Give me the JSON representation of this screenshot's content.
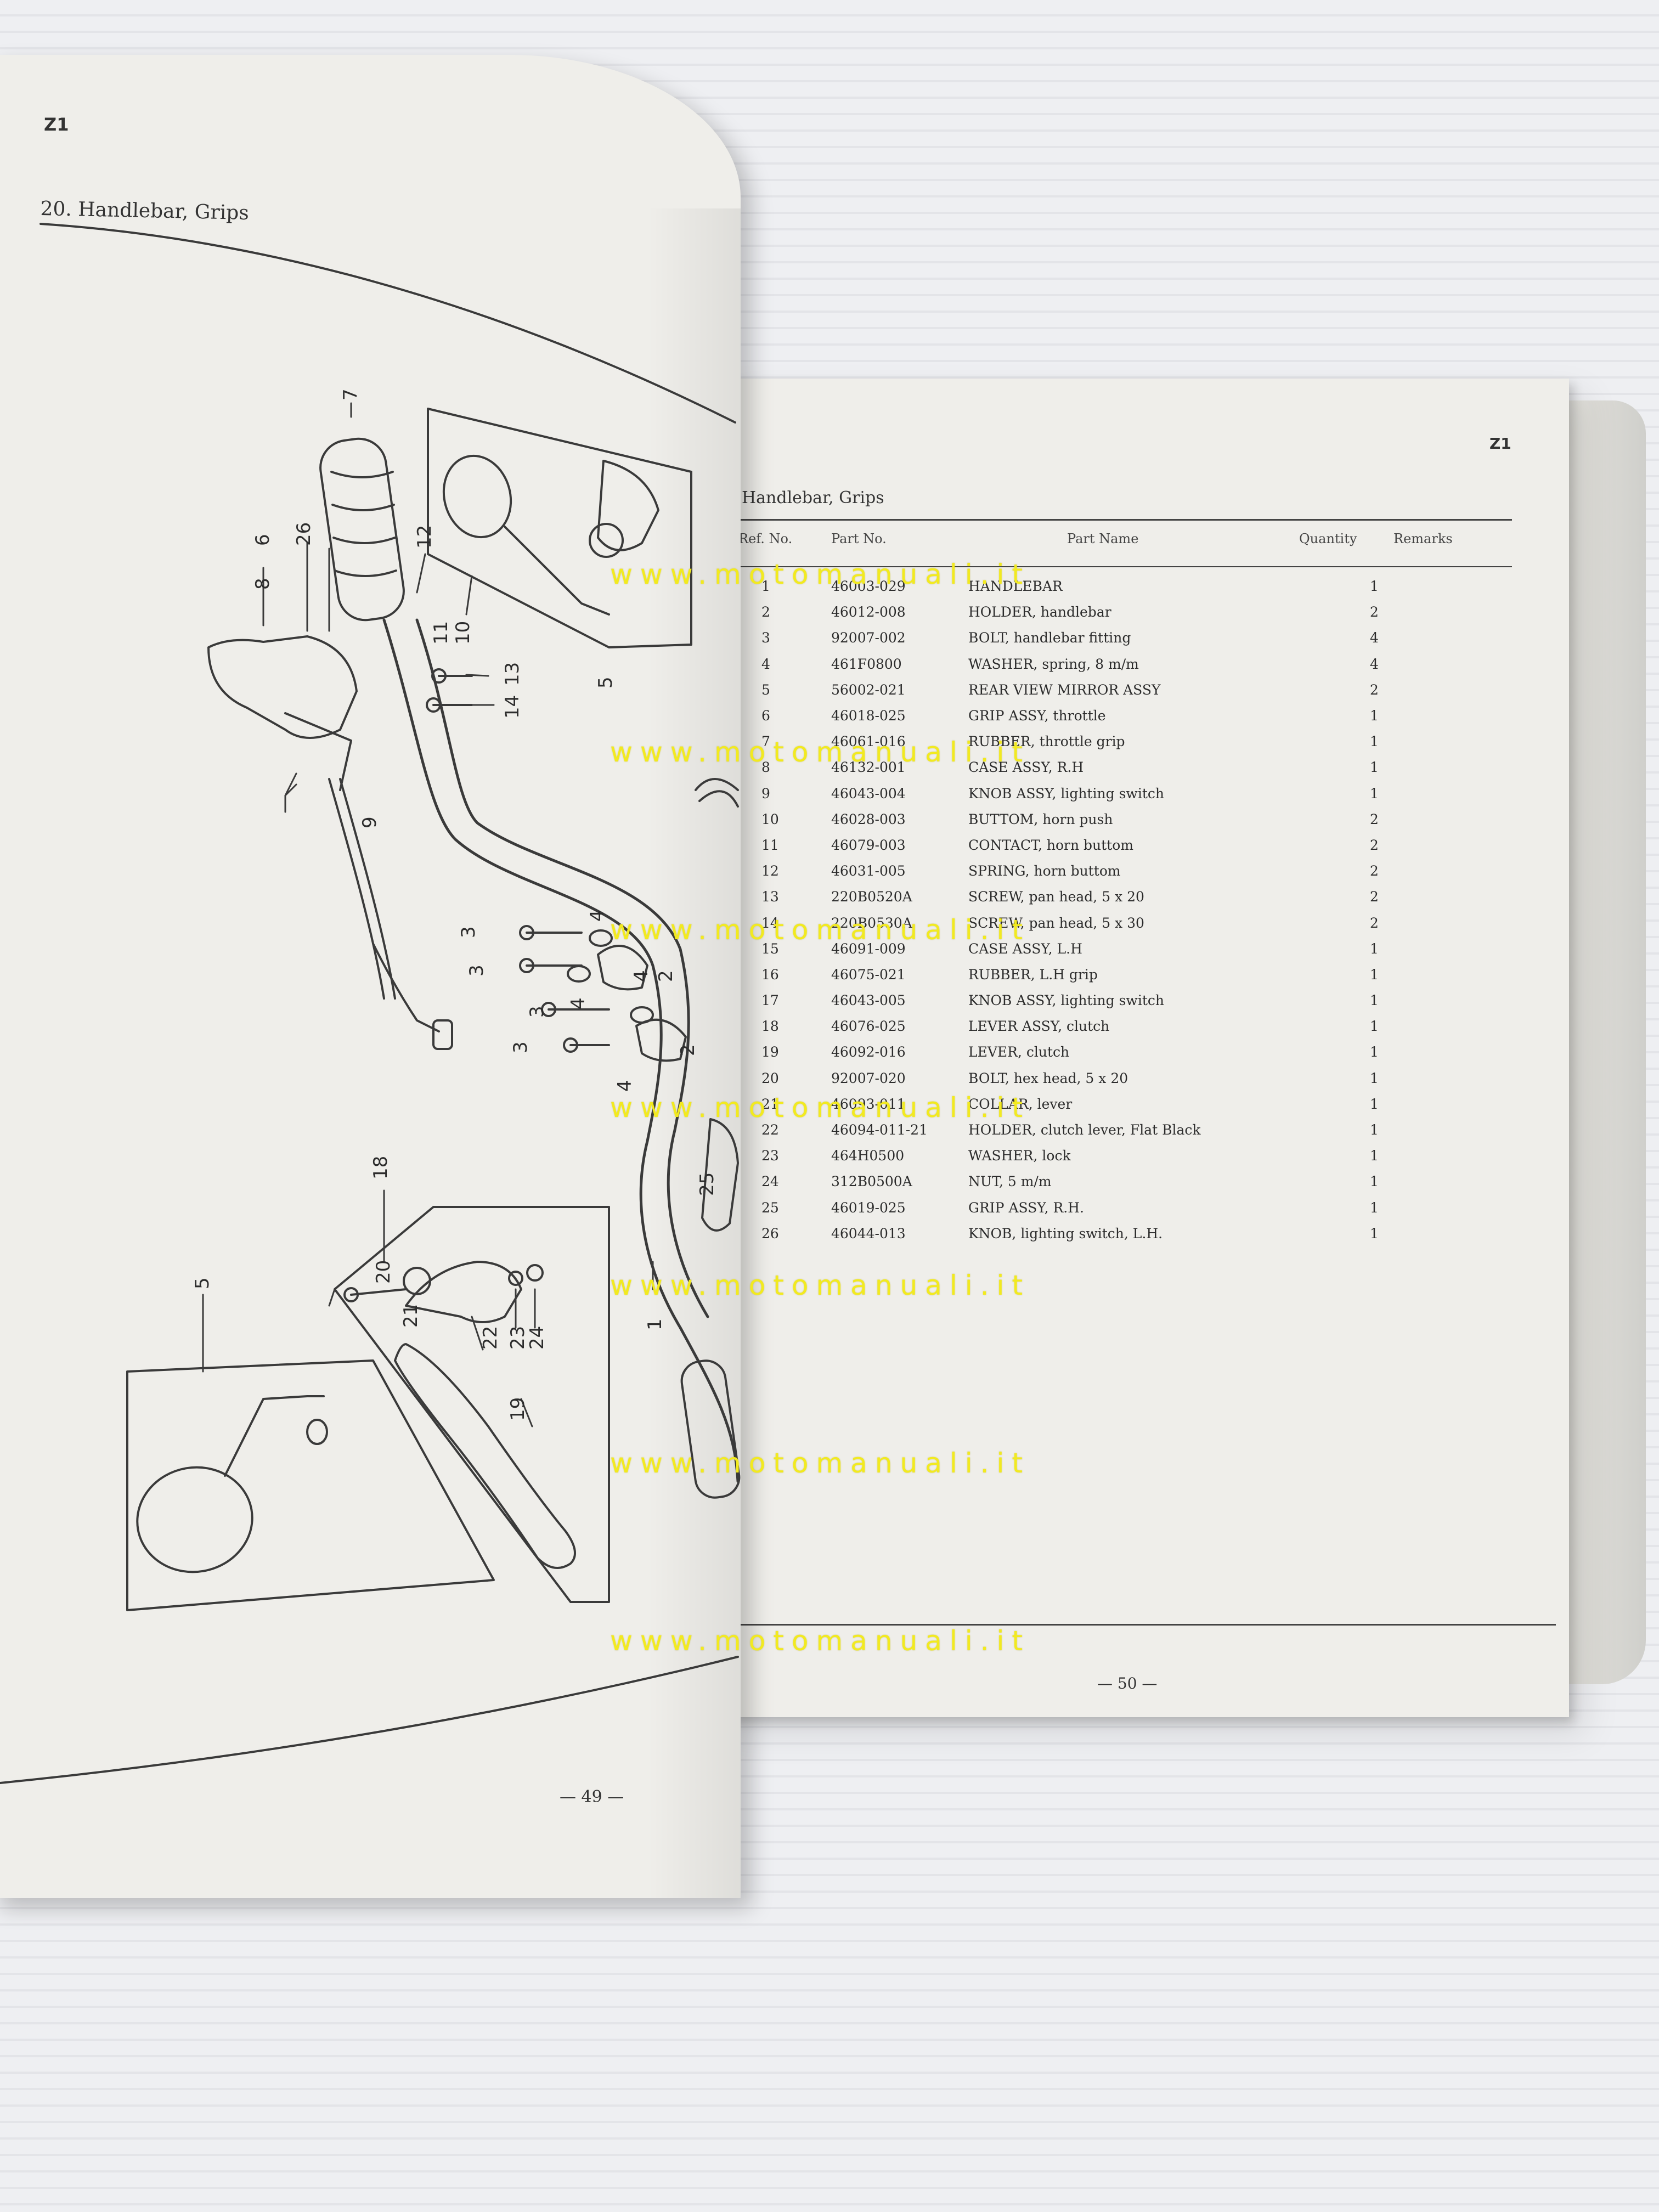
{
  "left_page": {
    "model_code": "Z1",
    "section_title": "20. Handlebar, Grips",
    "page_number": "— 49 —",
    "callouts": [
      "1",
      "2",
      "3",
      "4",
      "5",
      "6",
      "7",
      "8",
      "9",
      "10",
      "11",
      "12",
      "13",
      "14",
      "18",
      "19",
      "20",
      "21",
      "22",
      "23",
      "24",
      "25",
      "26"
    ]
  },
  "right_page": {
    "model_code": "Z1",
    "section_title": "Handlebar, Grips",
    "page_number": "— 50 —",
    "columns": {
      "ref": "Ref. No.",
      "part": "Part No.",
      "name": "Part  Name",
      "qty": "Quantity",
      "remarks": "Remarks"
    },
    "rows": [
      {
        "ref": "1",
        "part": "46003-029",
        "name": "HANDLEBAR",
        "qty": "1"
      },
      {
        "ref": "2",
        "part": "46012-008",
        "name": "HOLDER,  handlebar",
        "qty": "2"
      },
      {
        "ref": "3",
        "part": "92007-002",
        "name": "BOLT,  handlebar fitting",
        "qty": "4"
      },
      {
        "ref": "4",
        "part": "461F0800",
        "name": "WASHER,  spring, 8 m/m",
        "qty": "4"
      },
      {
        "ref": "5",
        "part": "56002-021",
        "name": "REAR  VIEW  MIRROR  ASSY",
        "qty": "2"
      },
      {
        "ref": "6",
        "part": "46018-025",
        "name": "GRIP  ASSY,  throttle",
        "qty": "1"
      },
      {
        "ref": "7",
        "part": "46061-016",
        "name": "RUBBER,  throttle grip",
        "qty": "1"
      },
      {
        "ref": "8",
        "part": "46132-001",
        "name": "CASE  ASSY,  R.H",
        "qty": "1"
      },
      {
        "ref": "9",
        "part": "46043-004",
        "name": "KNOB  ASSY,  lighting switch",
        "qty": "1"
      },
      {
        "ref": "10",
        "part": "46028-003",
        "name": "BUTTOM,  horn push",
        "qty": "2"
      },
      {
        "ref": "11",
        "part": "46079-003",
        "name": "CONTACT,  horn buttom",
        "qty": "2"
      },
      {
        "ref": "12",
        "part": "46031-005",
        "name": "SPRING,  horn buttom",
        "qty": "2"
      },
      {
        "ref": "13",
        "part": "220B0520A",
        "name": "SCREW,  pan head,  5 x 20",
        "qty": "2"
      },
      {
        "ref": "14",
        "part": "220B0530A",
        "name": "SCREW,  pan head,  5 x 30",
        "qty": "2"
      },
      {
        "ref": "15",
        "part": "46091-009",
        "name": "CASE  ASSY,  L.H",
        "qty": "1"
      },
      {
        "ref": "16",
        "part": "46075-021",
        "name": "RUBBER,  L.H grip",
        "qty": "1"
      },
      {
        "ref": "17",
        "part": "46043-005",
        "name": "KNOB  ASSY,  lighting switch",
        "qty": "1"
      },
      {
        "ref": "18",
        "part": "46076-025",
        "name": "LEVER  ASSY,  clutch",
        "qty": "1"
      },
      {
        "ref": "19",
        "part": "46092-016",
        "name": "LEVER,  clutch",
        "qty": "1"
      },
      {
        "ref": "20",
        "part": "92007-020",
        "name": "BOLT,  hex head,  5 x 20",
        "qty": "1"
      },
      {
        "ref": "21",
        "part": "46093-011",
        "name": "COLLAR,  lever",
        "qty": "1"
      },
      {
        "ref": "22",
        "part": "46094-011-21",
        "name": "HOLDER,  clutch lever,  Flat Black",
        "qty": "1"
      },
      {
        "ref": "23",
        "part": "464H0500",
        "name": "WASHER,  lock",
        "qty": "1"
      },
      {
        "ref": "24",
        "part": "312B0500A",
        "name": "NUT,  5 m/m",
        "qty": "1"
      },
      {
        "ref": "25",
        "part": "46019-025",
        "name": "GRIP  ASSY,  R.H.",
        "qty": "1"
      },
      {
        "ref": "26",
        "part": "46044-013",
        "name": "KNOB,  lighting switch,  L.H.",
        "qty": "1"
      }
    ]
  },
  "watermark": "www.motomanuali.it",
  "colors": {
    "paper": "#efeeea",
    "ink": "#2c2c2c",
    "watermark": "#f2ea1f",
    "background": "#eeeff2"
  }
}
